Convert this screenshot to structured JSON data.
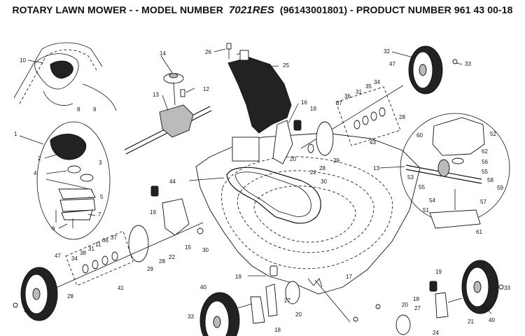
{
  "header": {
    "prefix": "ROTARY LAWN MOWER - - MODEL NUMBER",
    "model": "7021RES",
    "suffix": "(96143001801) - PRODUCT NUMBER 961 43 00-18"
  },
  "callouts": {
    "c1": "1",
    "c2": "2",
    "c3": "3",
    "c4": "4",
    "c5": "5",
    "c6": "6",
    "c7": "7",
    "c8": "8",
    "c9": "9",
    "c10": "10",
    "c11": "11",
    "c12": "12",
    "c13": "13",
    "c13b": "13",
    "c14": "14",
    "c15": "15",
    "c16": "16",
    "c17": "17",
    "c18": "18",
    "c18b": "18",
    "c19a": "19",
    "c19b": "19",
    "c19c": "19",
    "c19d": "19",
    "c20": "20",
    "c20b": "20",
    "c21": "21",
    "c22a": "22",
    "c22b": "22",
    "c24": "24",
    "c25": "25",
    "c26": "26",
    "c27a": "27",
    "c27b": "27",
    "c28a": "28",
    "c28b": "28",
    "c28c": "28",
    "c28d": "28",
    "c29a": "29",
    "c29b": "29",
    "c30a": "30",
    "c30b": "30",
    "c31a": "31",
    "c31b": "31",
    "c32": "32",
    "c33a": "33",
    "c33b": "33",
    "c33c": "33",
    "c33d": "33",
    "c34a": "34",
    "c34b": "34",
    "c35": "35",
    "c36a": "36",
    "c36b": "36",
    "c37a": "37",
    "c37b": "37",
    "c38": "38",
    "c40a": "40",
    "c40b": "40",
    "c41": "41",
    "c43": "43",
    "c44": "44",
    "c47a": "47",
    "c47b": "47",
    "c51": "51",
    "c52": "52",
    "c53": "53",
    "c54": "54",
    "c55a": "55",
    "c55b": "55",
    "c56": "56",
    "c57": "57",
    "c58": "58",
    "c59": "59",
    "c60": "60",
    "c61": "61",
    "c62": "62"
  }
}
